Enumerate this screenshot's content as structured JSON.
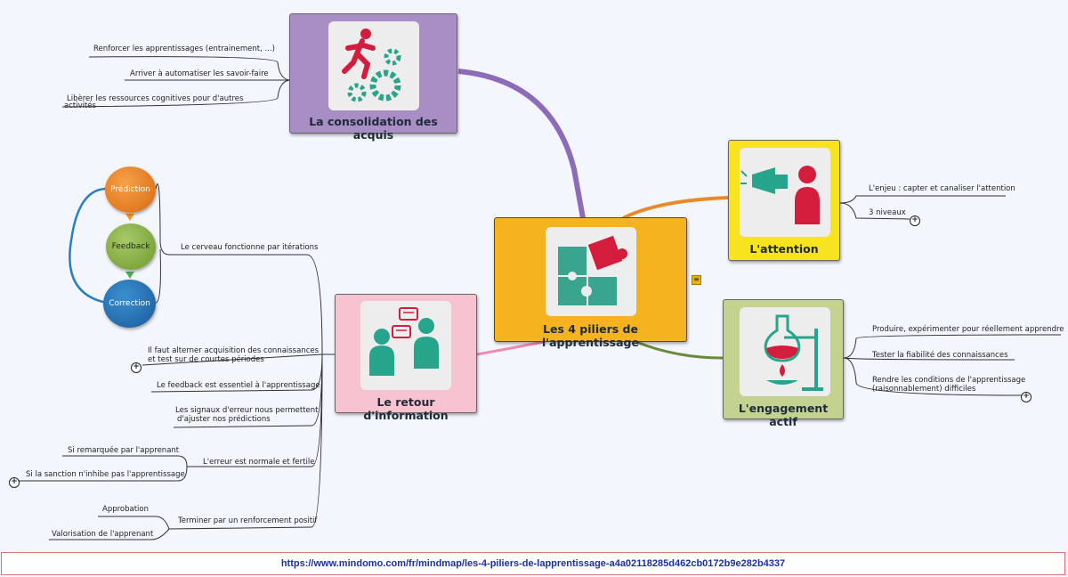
{
  "center": {
    "title": "Les 4 piliers de l'apprentissage",
    "icon": "puzzle-icon"
  },
  "consolidation": {
    "title": "La consolidation des acquis",
    "icon": "running-person-gears-icon",
    "items": [
      "Renforcer les apprentissages (entrainement, ...)",
      "Arriver à automatiser les savoir-faire",
      "Libèrer les ressources cognitives pour d'autres",
      "activités"
    ]
  },
  "attention": {
    "title": "L'attention",
    "icon": "megaphone-person-icon",
    "items": [
      "L'enjeu : capter et canaliser l'attention",
      "3 niveaux"
    ]
  },
  "engagement": {
    "title": "L'engagement actif",
    "icon": "lab-flask-icon",
    "items": [
      "Produire, expérimenter pour réellement apprendre",
      "Tester la fiabilité des connaissances",
      "Rendre les conditions de l'apprentissage",
      "(raisonnablement) difficiles"
    ]
  },
  "retour": {
    "title": "Le retour d'information",
    "icon": "people-chat-icon",
    "items": [
      "Le cerveau fonctionne par itérations",
      "Il faut alterner acquisition des connaissances",
      "et test sur de courtes périodes",
      "Le feedback est essentiel à l'apprentissage",
      "Les signaux d'erreur nous permettent",
      "d'ajuster nos prédictions",
      "L'erreur est normale et fertile",
      "Si remarquée par l'apprenant",
      "Si la sanction n'inhibe pas l'apprentissage",
      "Terminer par un renforcement positif",
      "Approbation",
      "Valorisation de l'apprenant"
    ],
    "cycle": [
      "Prédiction",
      "Feedback",
      "Correction"
    ]
  },
  "expand_symbol": "+",
  "url": "https://www.mindomo.com/fr/mindmap/les-4-piliers-de-lapprentissage-a4a02118285d462cb0172b9e282b4337",
  "colors": {
    "center": "#f5b320",
    "consolidation": "#a98dc5",
    "attention": "#f7e41e",
    "engagement": "#c3d28e",
    "retour": "#f7c3d0",
    "url_text": "#1a2fa8"
  }
}
